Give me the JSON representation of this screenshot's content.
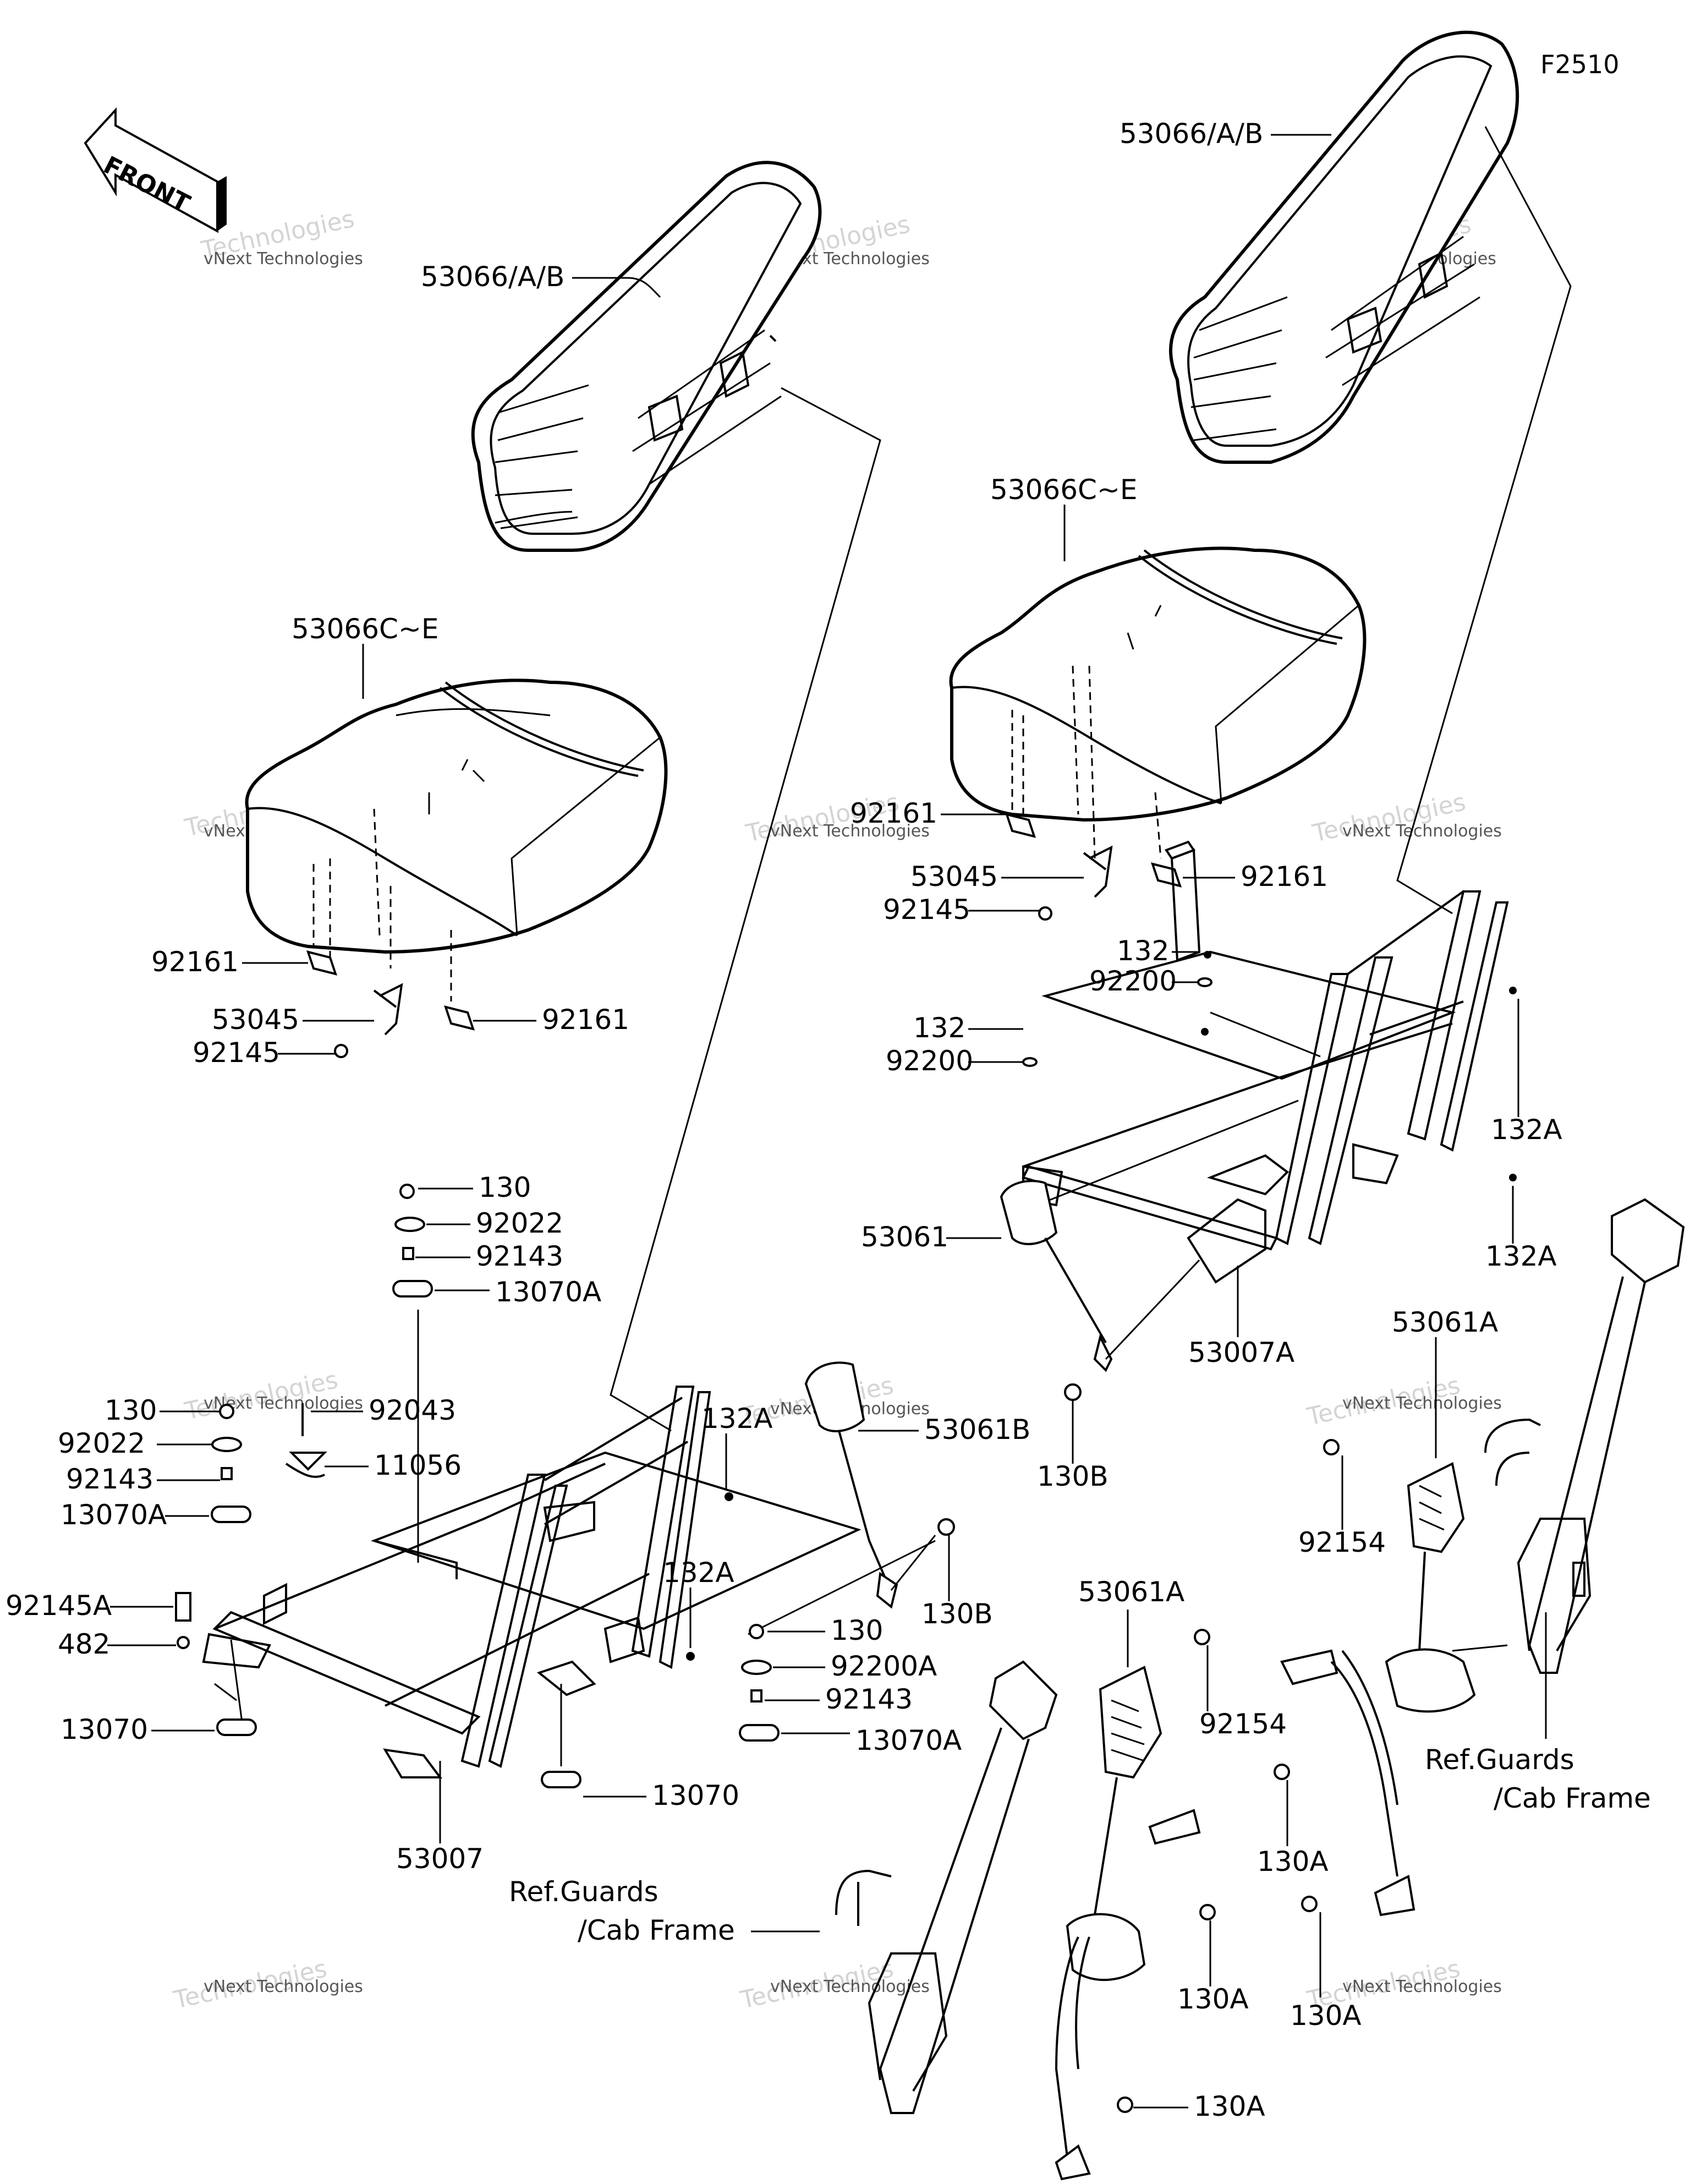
{
  "figure_id": "F2510",
  "front_label": "FRONT",
  "watermark": {
    "line1": "vNext Technologies",
    "line2": "Technologies"
  },
  "labels": {
    "seatback_left": "53066/A/B",
    "seatback_right": "53066/A/B",
    "cushion_left": "53066C~E",
    "cushion_right": "53066C~E",
    "p92161_l1": "92161",
    "p92161_l2": "92161",
    "p53045_l": "53045",
    "p92145_l": "92145",
    "p92161_r1": "92161",
    "p92161_r2": "92161",
    "p53045_r": "53045",
    "p92145_r": "92145",
    "p132_r1": "132",
    "p92200_r1": "92200",
    "p132_r2": "132",
    "p92200_r2": "92200",
    "p132A_r1": "132A",
    "p132A_r2": "132A",
    "p53061": "53061",
    "p53007A": "53007A",
    "p130B_r": "130B",
    "p53061A_r": "53061A",
    "p92154_r": "92154",
    "ref_guards_r1": "Ref.Guards",
    "ref_guards_r2": "/Cab Frame",
    "p130A_r1": "130A",
    "p130A_r2": "130A",
    "p130_top": "130",
    "p92022_top": "92022",
    "p92143_top": "92143",
    "p13070A_top": "13070A",
    "p130_l": "130",
    "p92043": "92043",
    "p92022_l": "92022",
    "p11056": "11056",
    "p92143_l": "92143",
    "p13070A_l": "13070A",
    "p92145A": "92145A",
    "p482": "482",
    "p13070_l": "13070",
    "p53007": "53007",
    "p13070_m": "13070",
    "p132A_l1": "132A",
    "p132A_l2": "132A",
    "p53061B": "53061B",
    "p130B_m": "130B",
    "p130_m": "130",
    "p92200A": "92200A",
    "p92143_m": "92143",
    "p13070A_m": "13070A",
    "p53061A_m": "53061A",
    "p92154_m": "92154",
    "ref_guards_m1": "Ref.Guards",
    "ref_guards_m2": "/Cab Frame",
    "p130A_m1": "130A",
    "p130A_m2": "130A"
  }
}
